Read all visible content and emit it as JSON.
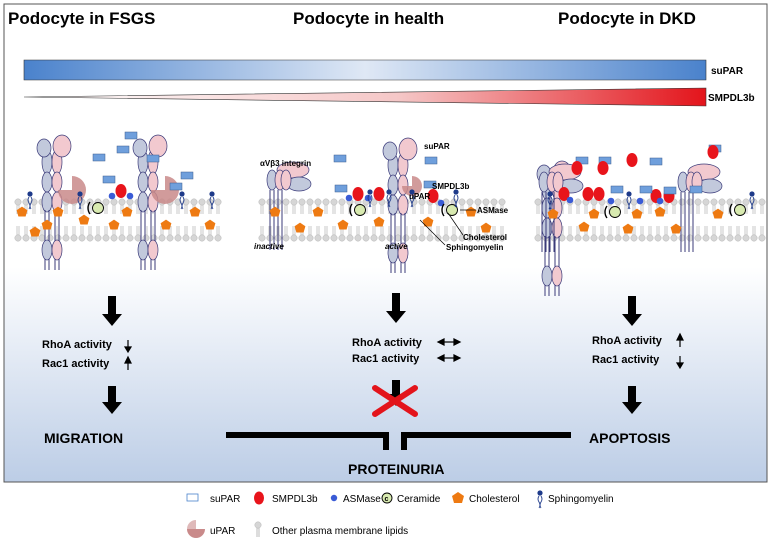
{
  "panels": {
    "fsgs": {
      "title": "Podocyte in FSGS",
      "rhoa": "RhoA activity",
      "rac1": "Rac1 activity",
      "outcome": "MIGRATION"
    },
    "health": {
      "title": "Podocyte in health",
      "rhoa": "RhoA activity",
      "rac1": "Rac1 activity",
      "label_integrin": "αVβ3 integrin",
      "label_inactive": "inactive",
      "label_active": "active",
      "label_supar": "suPAR",
      "label_smpdl3b": "SMPDL3b",
      "label_upar": "uPAR",
      "label_asmase": "ASMase",
      "label_cholesterol": "Cholesterol",
      "label_sphingomyelin": "Sphingomyelin"
    },
    "dkd": {
      "title": "Podocyte in DKD",
      "rhoa": "RhoA activity",
      "rac1": "Rac1 activity",
      "outcome": "APOPTOSIS"
    }
  },
  "gradients": {
    "supar_label": "suPAR",
    "smpdl3b_label": "SMPDL3b"
  },
  "proteinuria": "PROTEINURIA",
  "legend": {
    "supar": "suPAR",
    "smpdl3b": "SMPDL3b",
    "asmase": "ASMase",
    "ceramide": "Ceramide",
    "cholesterol": "Cholesterol",
    "sphingomyelin": "Sphingomyelin",
    "upar": "uPAR",
    "other_lipids": "Other plasma membrane lipids",
    "ceramide_glyph": "c"
  },
  "colors": {
    "supar": "#6f9fdc",
    "smpdl3b": "#e8141b",
    "asmase": "#3a5bd6",
    "cholesterol": "#ee7a12",
    "integrin_alpha": "#f2c9cf",
    "integrin_beta": "#c2c9dc",
    "upar": "#c98a8a",
    "ceramide": "#d8eab0"
  }
}
